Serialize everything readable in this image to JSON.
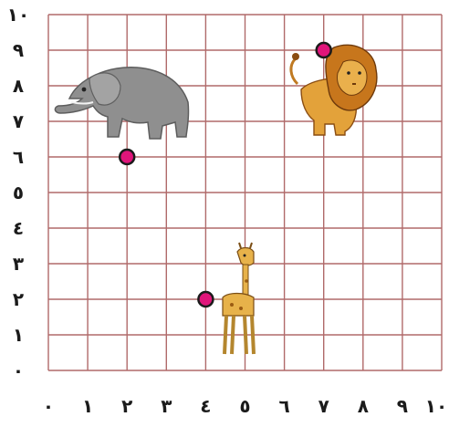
{
  "grid": {
    "x_min": 0,
    "x_max": 10,
    "y_min": 0,
    "y_max": 10,
    "line_color": "#b06a6a",
    "x_labels": [
      "٠",
      "١",
      "٢",
      "٣",
      "٤",
      "٥",
      "٦",
      "٧",
      "٨",
      "٩",
      "١٠"
    ],
    "y_labels": [
      "٠",
      "١",
      "٢",
      "٣",
      "٤",
      "٥",
      "٦",
      "٧",
      "٨",
      "٩",
      "١٠"
    ]
  },
  "points": [
    {
      "animal": "elephant",
      "x": 2,
      "y": 6
    },
    {
      "animal": "lion",
      "x": 7,
      "y": 9
    },
    {
      "animal": "giraffe",
      "x": 4,
      "y": 2
    }
  ],
  "point_color": "#e0157a",
  "animals": [
    {
      "name": "elephant",
      "icon": "elephant-icon",
      "color": "#8f8f8f"
    },
    {
      "name": "lion",
      "icon": "lion-icon",
      "color": "#e3a23a"
    },
    {
      "name": "giraffe",
      "icon": "giraffe-icon",
      "color": "#e7b24a"
    }
  ]
}
